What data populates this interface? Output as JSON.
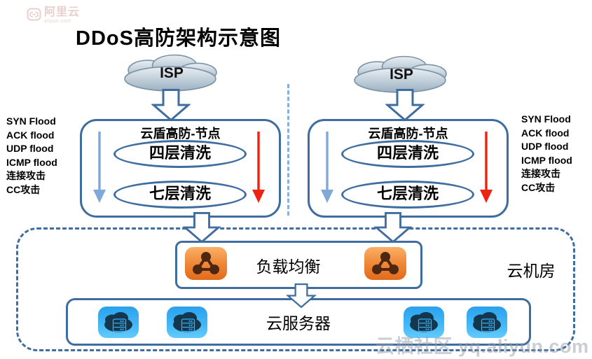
{
  "logo": {
    "brand": "阿里云",
    "domain": "aliyun.com"
  },
  "title": "DDoS高防架构示意图",
  "attacks_left": [
    "SYN Flood",
    "ACK flood",
    "UDP flood",
    "ICMP flood",
    "连接攻击",
    "CC攻击"
  ],
  "attacks_right": [
    "SYN Flood",
    "ACK flood",
    "UDP flood",
    "ICMP flood",
    "连接攻击",
    "CC攻击"
  ],
  "isp_left": {
    "label": "ISP"
  },
  "isp_right": {
    "label": "ISP"
  },
  "node_left": {
    "title": "云盾高防-节点",
    "layer4": "四层清洗",
    "layer7": "七层清洗"
  },
  "node_right": {
    "title": "云盾高防-节点",
    "layer4": "四层清洗",
    "layer7": "七层清洗"
  },
  "datacenter": {
    "label": "云机房"
  },
  "load_balancer": {
    "label": "负载均衡"
  },
  "cloud_servers": {
    "label": "云服务器"
  },
  "bottom_watermark": "云栖社区 yq.aliyun.com",
  "colors": {
    "diagram_blue": "#3f6da0",
    "light_blue_dash": "#88b0dd",
    "thin_arrow_blue": "#7fa9d9",
    "thin_arrow_red": "#ee2211",
    "lb_icon_orange": "#ec7f2e",
    "server_icon_blue": "#35aaf0",
    "icon_glyph_brown": "#4e2710",
    "icon_glyph_navy": "#12374f"
  }
}
